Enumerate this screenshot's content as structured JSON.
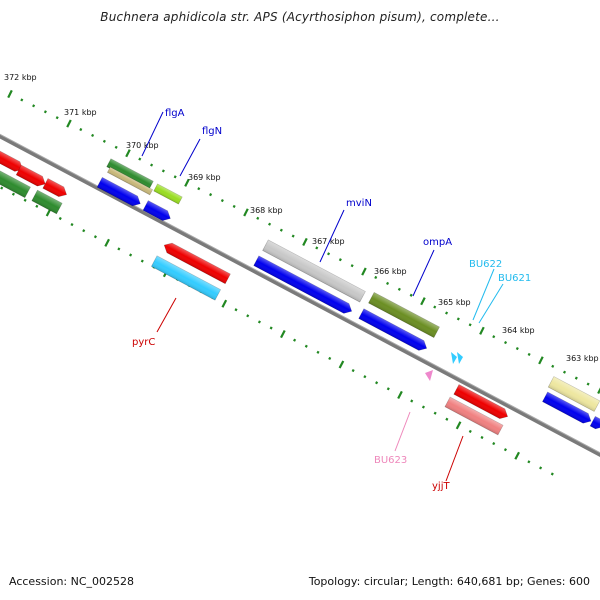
{
  "title": "Buchnera aphidicola str. APS (Acyrthosiphon pisum), complete...",
  "footer": {
    "accession": "Accession: NC_002528",
    "summary": "Topology: circular; Length: 640,681 bp; Genes: 600"
  },
  "ruler": {
    "ticks": [
      {
        "label": "372 kbp"
      },
      {
        "label": "371 kbp"
      },
      {
        "label": "370 kbp"
      },
      {
        "label": "369 kbp"
      },
      {
        "label": "368 kbp"
      },
      {
        "label": "367 kbp"
      },
      {
        "label": "366 kbp"
      },
      {
        "label": "365 kbp"
      },
      {
        "label": "364 kbp"
      },
      {
        "label": "363 kbp"
      }
    ]
  },
  "gene_labels": [
    {
      "name": "flgA",
      "color": "#0000cc"
    },
    {
      "name": "flgN",
      "color": "#0000cc"
    },
    {
      "name": "mviN",
      "color": "#0000cc"
    },
    {
      "name": "ompA",
      "color": "#0000cc"
    },
    {
      "name": "BU622",
      "color": "#22bbee"
    },
    {
      "name": "BU621",
      "color": "#22bbee"
    },
    {
      "name": "pyrC",
      "color": "#cc0000"
    },
    {
      "name": "BU623",
      "color": "#ee88bb"
    },
    {
      "name": "yjjT",
      "color": "#cc0000"
    }
  ],
  "colors": {
    "backbone": "#7a7a7a",
    "tick_green": "#228822",
    "red": "#ee0000",
    "blue": "#0000ee",
    "green": "#2e8b2e",
    "olive": "#6b8e23",
    "khaki": "#c8b87a",
    "yellowgreen": "#99dd22",
    "gray": "#c8c8c8",
    "cyan": "#33ccff",
    "salmon": "#f08080",
    "lightyellow": "#eee7a0",
    "pink": "#ee88cc"
  }
}
